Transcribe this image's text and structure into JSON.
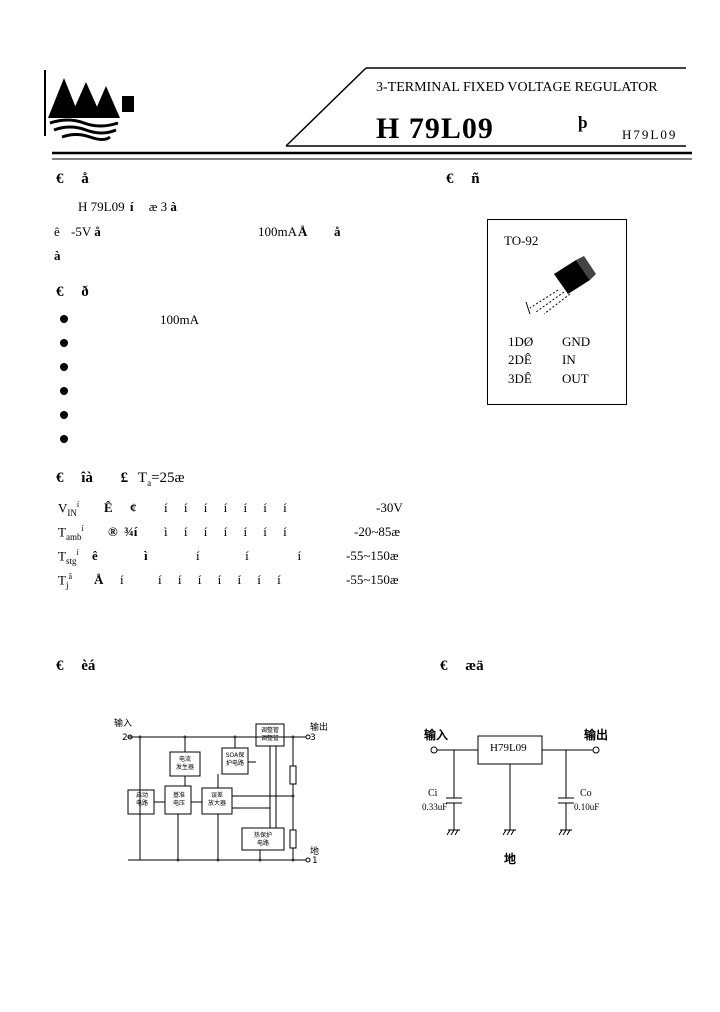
{
  "header": {
    "title": "3-TERMINAL FIXED VOLTAGE REGULATOR",
    "part_number": "H 79L09",
    "part_mark": "þ",
    "part_number_small": "H79L09"
  },
  "sections": {
    "overview": {
      "marker": "€",
      "glyph": "å"
    },
    "pinout": {
      "marker": "€",
      "glyph": "ñ"
    },
    "features": {
      "marker": "€",
      "glyph": "ð"
    },
    "ratings": {
      "marker": "€",
      "glyph": "îà",
      "cond_glyph": "£",
      "condition": "T",
      "cond_sub": "a",
      "cond_value": "=25æ"
    },
    "block": {
      "marker": "€",
      "glyph": "èá"
    },
    "app": {
      "marker": "€",
      "glyph": "æä"
    }
  },
  "overview": {
    "line1_a": "H 79L09",
    "line1_b": "í",
    "line1_c": "æ 3",
    "line1_d": "à",
    "line2_a": "ê",
    "line2_b": "-5V",
    "line2_c": "å",
    "line2_d": "100mA",
    "line2_e": "Å",
    "line2_f": "å",
    "line3": "à"
  },
  "pinout": {
    "package": "TO-92",
    "pins": [
      {
        "num": "1DØ",
        "name": "GND"
      },
      {
        "num": "2DÊ",
        "name": "IN"
      },
      {
        "num": "3DÊ",
        "name": "OUT"
      }
    ]
  },
  "features": {
    "first": "100mA"
  },
  "ratings": [
    {
      "sym": "V",
      "sub": "IN",
      "sup": "í",
      "g1": "Ê",
      "g2": "¢",
      "dots": "í     í     í     í     í     í     í",
      "value": "-30V"
    },
    {
      "sym": "T",
      "sub": "amb",
      "sup": "í",
      "g1": "®",
      "g2": "¾í",
      "dots": "ì     í     í     í     í     í     í",
      "value": "-20~85æ"
    },
    {
      "sym": "T",
      "sub": "stg",
      "sup": "í",
      "g1": "ê",
      "g2": "ì",
      "dots": "í              í               í",
      "value": "-55~150æ"
    },
    {
      "sym": "T",
      "sub": "j",
      "sup": "â",
      "g1": "Å",
      "g2": "í",
      "dots": "í     í     í     í     í     í     í",
      "value": "-55~150æ"
    }
  ],
  "block_diagram": {
    "in_label": "输入",
    "out_label": "输出",
    "gnd_label": "地",
    "in_num": "2",
    "out_num": "3",
    "gnd_num": "1",
    "blocks": {
      "start": "启动\n电路",
      "ref": "基准\n电压",
      "err": "误差\n放大器",
      "bias": "电流\n发生器",
      "soa": "SOA保\n护电路",
      "pass": "调整管\n调整管",
      "thermal": "热保护\n电路"
    }
  },
  "app_circuit": {
    "in_label": "输入",
    "out_label": "输出",
    "gnd_label": "地",
    "chip": "H79L09",
    "ci": "Ci",
    "ci_val": "0.33uF",
    "co": "Co",
    "co_val": "0.10uF"
  }
}
